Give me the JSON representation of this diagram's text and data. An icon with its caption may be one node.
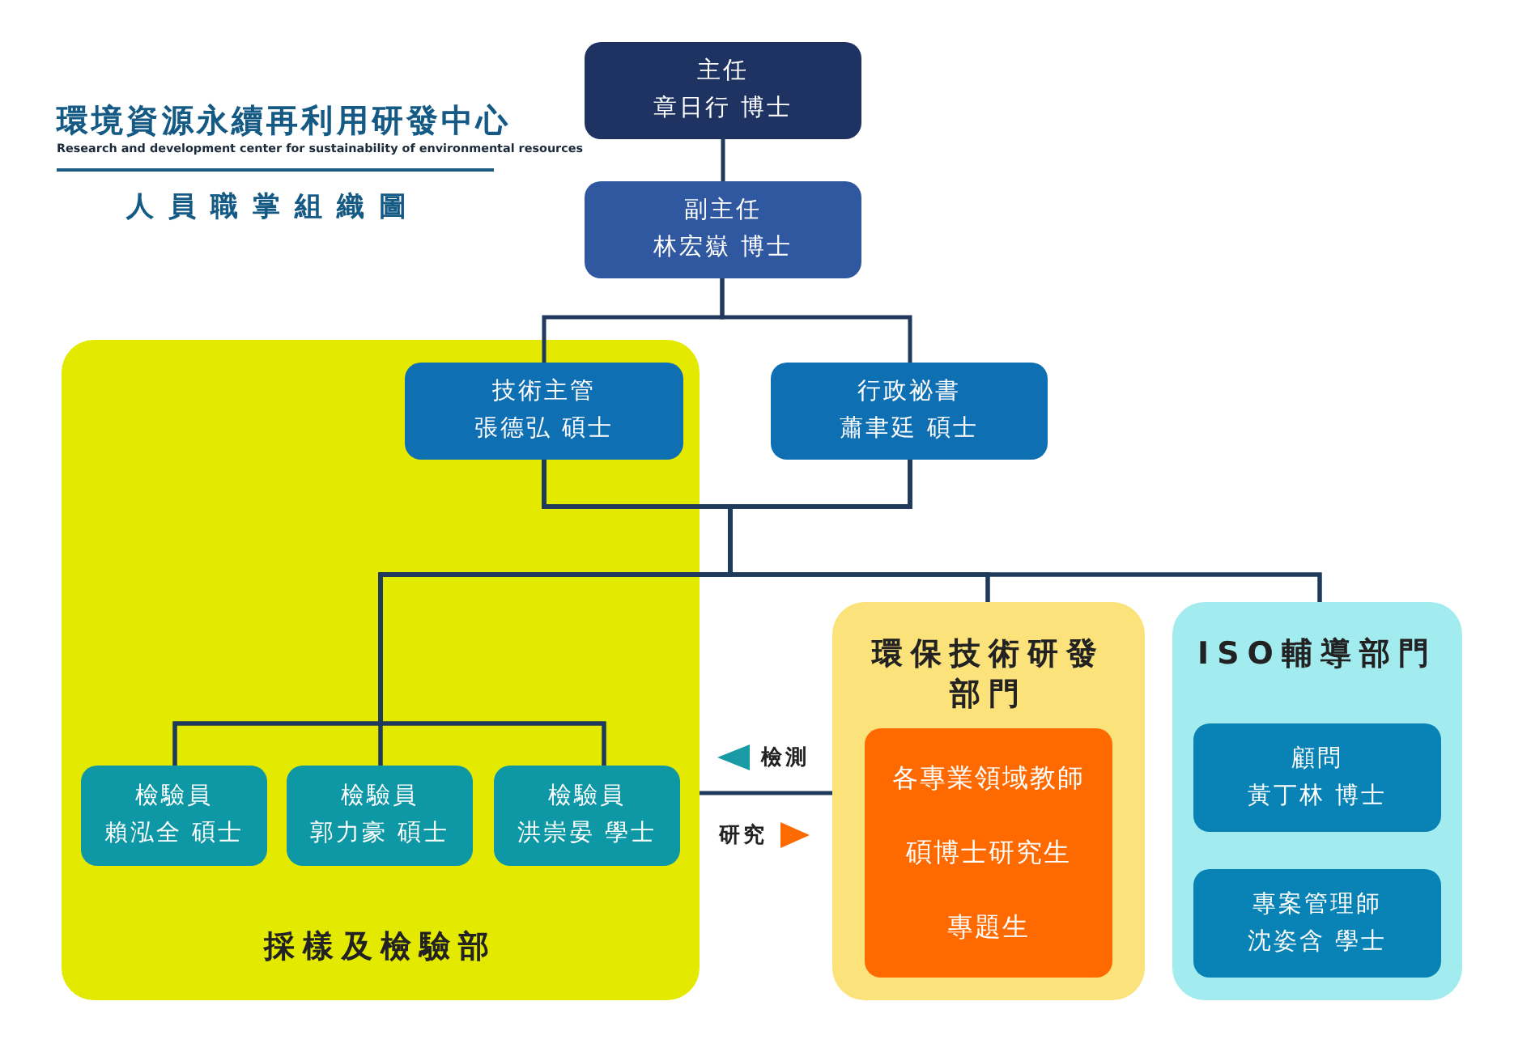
{
  "diagram": {
    "title": "人員職掌組織圖",
    "nodes": [
      {
        "text": [
          "主任",
          "章日行 博士"
        ]
      },
      {
        "text": [
          "副主任",
          "林宏嶽 博士"
        ]
      },
      {
        "text": [
          "採樣及檢驗部"
        ]
      },
      {
        "text": [
          "技術主管",
          "張德弘 碩士"
        ],
        "in": 2
      },
      {
        "text": [
          "行政祕書",
          "蕭聿廷 碩士"
        ]
      },
      {
        "text": [
          "環保技術研發部門"
        ]
      },
      {
        "text": [
          "各專業領域教師",
          "碩博士研究生",
          "專題生"
        ],
        "in": 5
      },
      {
        "text": [
          "ISO輔導部門"
        ]
      },
      {
        "text": [
          "顧問",
          "黃丁林 博士"
        ],
        "in": 7
      },
      {
        "text": [
          "專案管理師",
          "沈姿含 學士"
        ],
        "in": 7
      },
      {
        "text": [
          "檢驗員",
          "賴泓全 碩士"
        ],
        "in": 2
      },
      {
        "text": [
          "檢驗員",
          "郭力豪 碩士"
        ],
        "in": 2
      },
      {
        "text": [
          "檢驗員",
          "洪崇晏 學士"
        ],
        "in": 2
      }
    ],
    "edges": [
      {
        "from": 0,
        "to": 1,
        "arrow": "none"
      },
      {
        "from": 1,
        "to": 3,
        "arrow": "none"
      },
      {
        "from": 1,
        "to": 4,
        "arrow": "none"
      },
      {
        "from": 3,
        "to": 10,
        "arrow": "none"
      },
      {
        "from": 3,
        "to": 11,
        "arrow": "none"
      },
      {
        "from": 3,
        "to": 12,
        "arrow": "none"
      },
      {
        "from": 3,
        "to": 5,
        "arrow": "none"
      },
      {
        "from": 3,
        "to": 7,
        "arrow": "none"
      },
      {
        "from": 4,
        "to": 10,
        "arrow": "none"
      },
      {
        "from": 4,
        "to": 11,
        "arrow": "none"
      },
      {
        "from": 4,
        "to": 12,
        "arrow": "none"
      },
      {
        "from": 4,
        "to": 5,
        "arrow": "none"
      },
      {
        "from": 4,
        "to": 7,
        "arrow": "none"
      },
      {
        "from": 2,
        "to": 5,
        "arrow": "none"
      }
    ],
    "labels": [
      "環境資源永續再利用研發中心",
      "Research and development center for sustainability of environmental resources",
      "檢測",
      "研究"
    ]
  }
}
